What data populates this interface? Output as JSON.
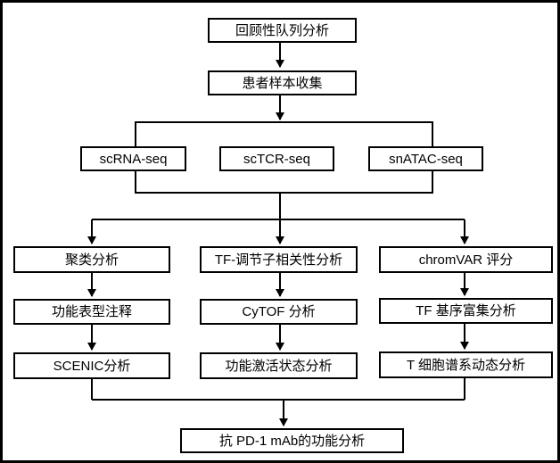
{
  "diagram": {
    "nodes": {
      "retrospective_cohort": "回顾性队列分析",
      "sample_collection": "患者样本收集",
      "scrna_seq": "scRNA-seq",
      "sctcr_seq": "scTCR-seq",
      "snatac_seq": "snATAC-seq",
      "clustering": "聚类分析",
      "tf_regulon_correlation": "TF-调节子相关性分析",
      "chromvar_score": "chromVAR 评分",
      "functional_phenotype_annotation": "功能表型注释",
      "cytof_analysis": "CyTOF 分析",
      "tf_motif_enrichment": "TF 基序富集分析",
      "scenic_analysis": "SCENIC分析",
      "functional_activation_state": "功能激活状态分析",
      "t_cell_lineage_dynamics": "T 细胞谱系动态分析",
      "anti_pd1_mab_function": "抗 PD-1 mAb的功能分析"
    },
    "colors": {
      "line": "#000000",
      "background": "#ffffff",
      "node_fill": "#ffffff",
      "node_border": "#000000"
    }
  }
}
